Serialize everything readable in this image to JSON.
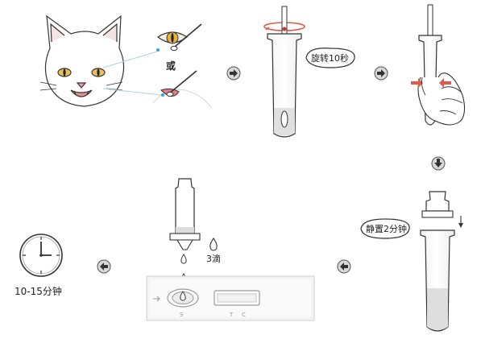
{
  "labels": {
    "or": "或",
    "rotate": "旋转10秒",
    "standing": "静置2分钟",
    "drops": "3滴",
    "time": "10-15分钟",
    "cassette_s": "S",
    "cassette_t": "T",
    "cassette_c": "C"
  },
  "colors": {
    "accent_red": "#e05a4a",
    "line": "#444444",
    "arrow_fill": "#d9d9d9",
    "liquid": "#dcdcdc"
  },
  "icons": [
    "cat-face-icon",
    "eye-swab-icon",
    "mouth-swab-icon",
    "arrow-right-icon",
    "arrow-down-icon",
    "arrow-left-icon",
    "clock-icon",
    "drop-icon"
  ]
}
